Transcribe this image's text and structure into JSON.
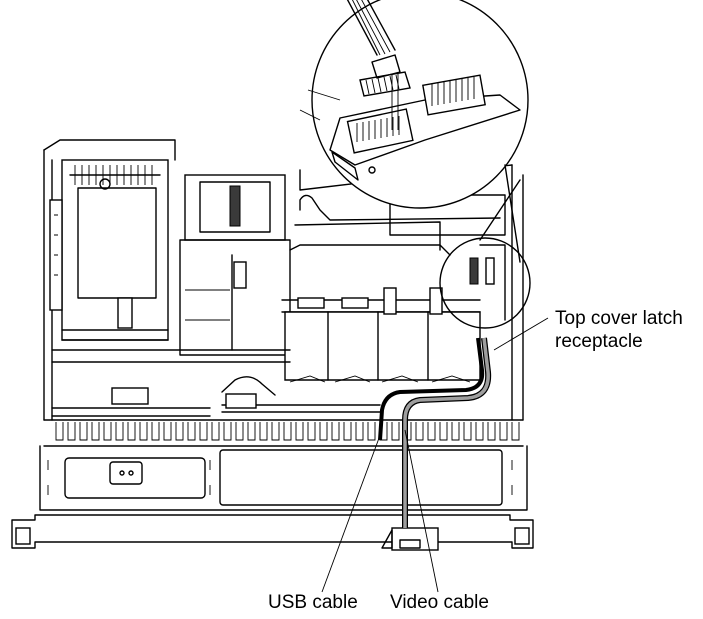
{
  "callouts": {
    "latch": [
      "Top cover latch",
      "receptacle"
    ],
    "usb": "USB cable",
    "video": "Video cable"
  },
  "colors": {
    "line": "#000000",
    "usb_cable": "#000000",
    "video_cable": "#9e9e9e",
    "background": "#ffffff"
  }
}
